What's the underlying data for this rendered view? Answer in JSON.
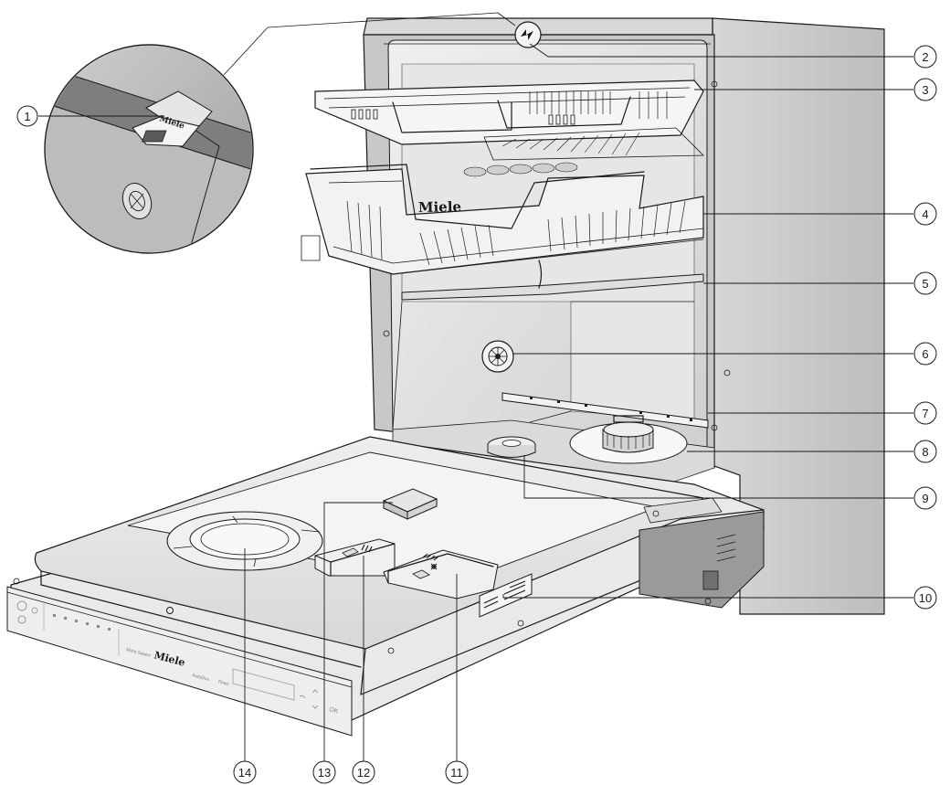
{
  "brand": {
    "basket_logo": "Miele",
    "magnifier_logo": "Miele",
    "panel_logo": "Miele"
  },
  "control_panel": {
    "ok_label": "OK",
    "autodos_label": "AutoDos",
    "timer_label": "Timer",
    "more_label": "More Saverl"
  },
  "callouts": [
    {
      "id": "1",
      "label": "1"
    },
    {
      "id": "2",
      "label": "2"
    },
    {
      "id": "3",
      "label": "3"
    },
    {
      "id": "4",
      "label": "4"
    },
    {
      "id": "5",
      "label": "5"
    },
    {
      "id": "6",
      "label": "6"
    },
    {
      "id": "7",
      "label": "7"
    },
    {
      "id": "8",
      "label": "8"
    },
    {
      "id": "9",
      "label": "9"
    },
    {
      "id": "10",
      "label": "10"
    },
    {
      "id": "11",
      "label": "11"
    },
    {
      "id": "12",
      "label": "12"
    },
    {
      "id": "13",
      "label": "13"
    },
    {
      "id": "14",
      "label": "14"
    }
  ],
  "colors": {
    "tub_light": "#ececec",
    "tub_mid": "#d4d4d4",
    "tub_dark": "#b8b8b8",
    "side_panel": "#c9c9c9",
    "door_inner": "#e4e4e4",
    "line": "#1a1a1a"
  }
}
